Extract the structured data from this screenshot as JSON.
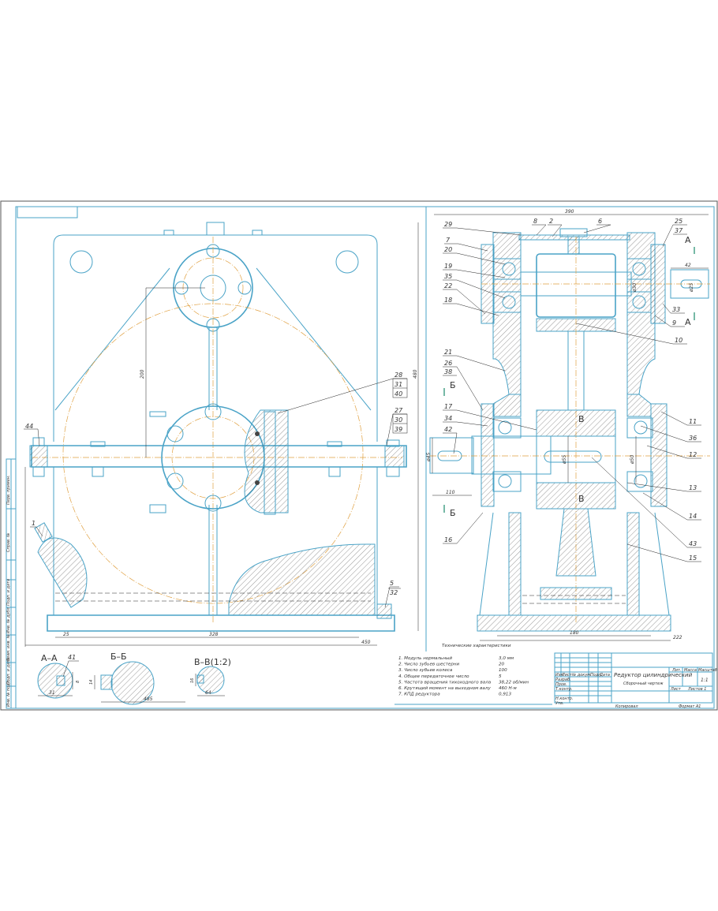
{
  "left_view": {
    "part_labels": [
      "44",
      "28",
      "31",
      "40",
      "27",
      "30",
      "39",
      "1",
      "5",
      "32"
    ],
    "dimensions": [
      "200",
      "480",
      "25",
      "328",
      "450"
    ]
  },
  "right_view": {
    "part_labels": [
      "29",
      "8",
      "2",
      "6",
      "25",
      "37",
      "7",
      "20",
      "19",
      "35",
      "22",
      "18",
      "10",
      "33",
      "9",
      "21",
      "26",
      "38",
      "17",
      "34",
      "42",
      "11",
      "36",
      "12",
      "13",
      "14",
      "43",
      "15",
      "16"
    ],
    "dimensions": [
      "390",
      "42",
      "ø30",
      "ø25",
      "ø45",
      "110",
      "ø55",
      "ø50",
      "180",
      "222"
    ],
    "section_marks": [
      "А",
      "А",
      "Б",
      "Б",
      "В",
      "В"
    ]
  },
  "sections": [
    {
      "title": "А–А",
      "label": "41",
      "dims": [
        "31",
        "8"
      ]
    },
    {
      "title": "Б–Б",
      "dims": [
        "485",
        "14"
      ]
    },
    {
      "title": "В–В(1:2)",
      "dims": [
        "64",
        "16"
      ]
    }
  ],
  "specs": {
    "title": "Технические характеристики",
    "rows": [
      {
        "name": "1. Модуль нормальный",
        "value": "3,0 мм"
      },
      {
        "name": "2. Число зубьев шестерни",
        "value": "20"
      },
      {
        "name": "3. Число зубьев колеса",
        "value": "100"
      },
      {
        "name": "4. Общее передаточное число",
        "value": "5"
      },
      {
        "name": "5. Частота вращения тихоходного вала",
        "value": "38,22 об/мин"
      },
      {
        "name": "6. Крутящий момент на выходном валу",
        "value": "460 Н·м"
      },
      {
        "name": "7. КПД редуктора",
        "value": "0,913"
      }
    ]
  },
  "title_block": {
    "name": "Редуктор цилиндрический",
    "doc_type": "Сборочный чертеж",
    "headers": [
      "Изм",
      "Лист",
      "№ докум.",
      "Подп.",
      "Дата"
    ],
    "roles": [
      "Разраб.",
      "Пров.",
      "Т.контр.",
      "Н.контр.",
      "Утв."
    ],
    "lit": "Лит.",
    "mass": "Масса",
    "scale_label": "Масштаб",
    "scale": "1:1",
    "sheet": "Лист",
    "sheets": "Листов 1",
    "copied": "Копировал",
    "format": "Формат А1"
  },
  "side_strip": [
    "Перв. примен.",
    "Справ. №",
    "Подп. и дата",
    "Инв. № дубл.",
    "Взам. инв. №",
    "Подп. и дата",
    "Инв. № подл."
  ],
  "colors": {
    "outline": "#4aa3c7",
    "centerline": "#e0a040",
    "leader": "#222222"
  }
}
